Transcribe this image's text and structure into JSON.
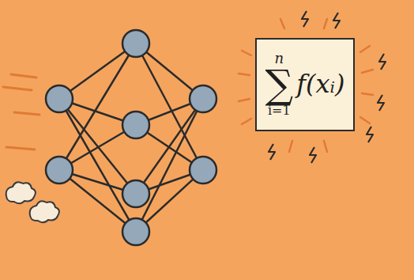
{
  "diagram": {
    "nodes": [
      {
        "text": [
          "n",
          "∑",
          "i=1",
          "f(xᵢ)"
        ]
      }
    ]
  }
}
